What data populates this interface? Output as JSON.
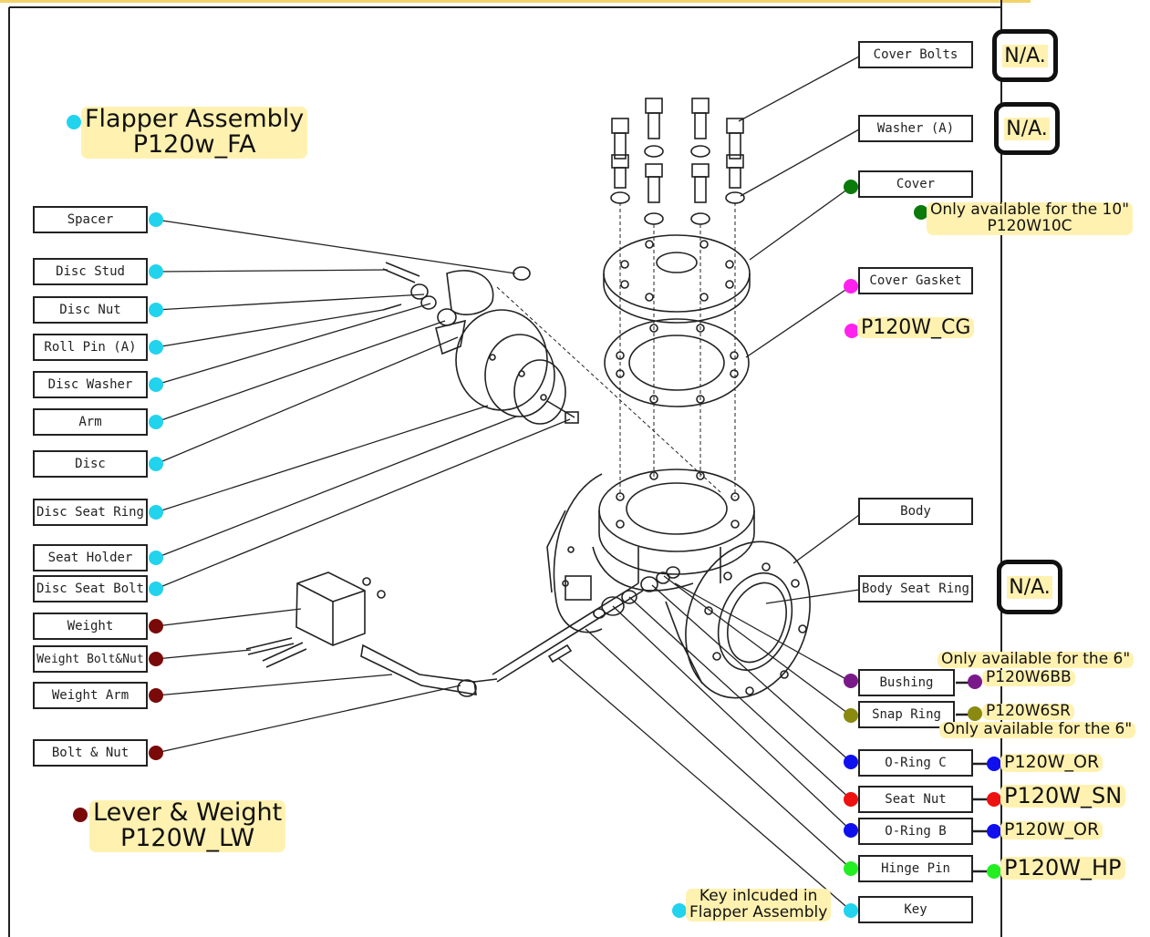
{
  "groups": {
    "flapper_title": "Flapper Assembly",
    "flapper_code": "P120w_FA",
    "lever_title": "Lever & Weight",
    "lever_code": "P120W_LW"
  },
  "left_labels": [
    "Spacer",
    "Disc Stud",
    "Disc Nut",
    "Roll Pin (A)",
    "Disc Washer",
    "Arm",
    "Disc",
    "Disc Seat Ring",
    "Seat Holder",
    "Disc Seat Bolt",
    "Weight",
    "Weight Bolt&Nut",
    "Weight Arm",
    "Bolt & Nut"
  ],
  "right_labels": [
    "Cover Bolts",
    "Washer (A)",
    "Cover",
    "Cover Gasket",
    "Body",
    "Body Seat Ring",
    "Bushing",
    "Snap Ring",
    "O-Ring C",
    "Seat Nut",
    "O-Ring B",
    "Hinge Pin",
    "Key"
  ],
  "na_label": "N/A.",
  "notes": {
    "cover_avail_line1": "Only available for the 10\"",
    "cover_avail_line2": "P120W10C",
    "gasket_code": "P120W_CG",
    "bushing_avail": "Only available for the 6\"",
    "bushing_code": "P120W6BB",
    "snap_code": "P120W6SR",
    "snap_avail": "Only available for the 6\"",
    "oring_c_code": "P120W_OR",
    "seat_nut_code": "P120W_SN",
    "oring_b_code": "P120W_OR",
    "hinge_code": "P120W_HP",
    "key_note_line1": "Key inlcuded in",
    "key_note_line2": "Flapper Assembly"
  },
  "colors": {
    "flapper": "#22d3ee",
    "lever": "#7a0a0a",
    "cover": "#0a7a0a",
    "gasket": "#ff22ee",
    "bushing": "#7a1a8a",
    "snap": "#8a8a10",
    "oring": "#1010ee",
    "seatnut": "#ee1111",
    "hinge": "#22ee22",
    "highlight": "#fff1b0"
  }
}
